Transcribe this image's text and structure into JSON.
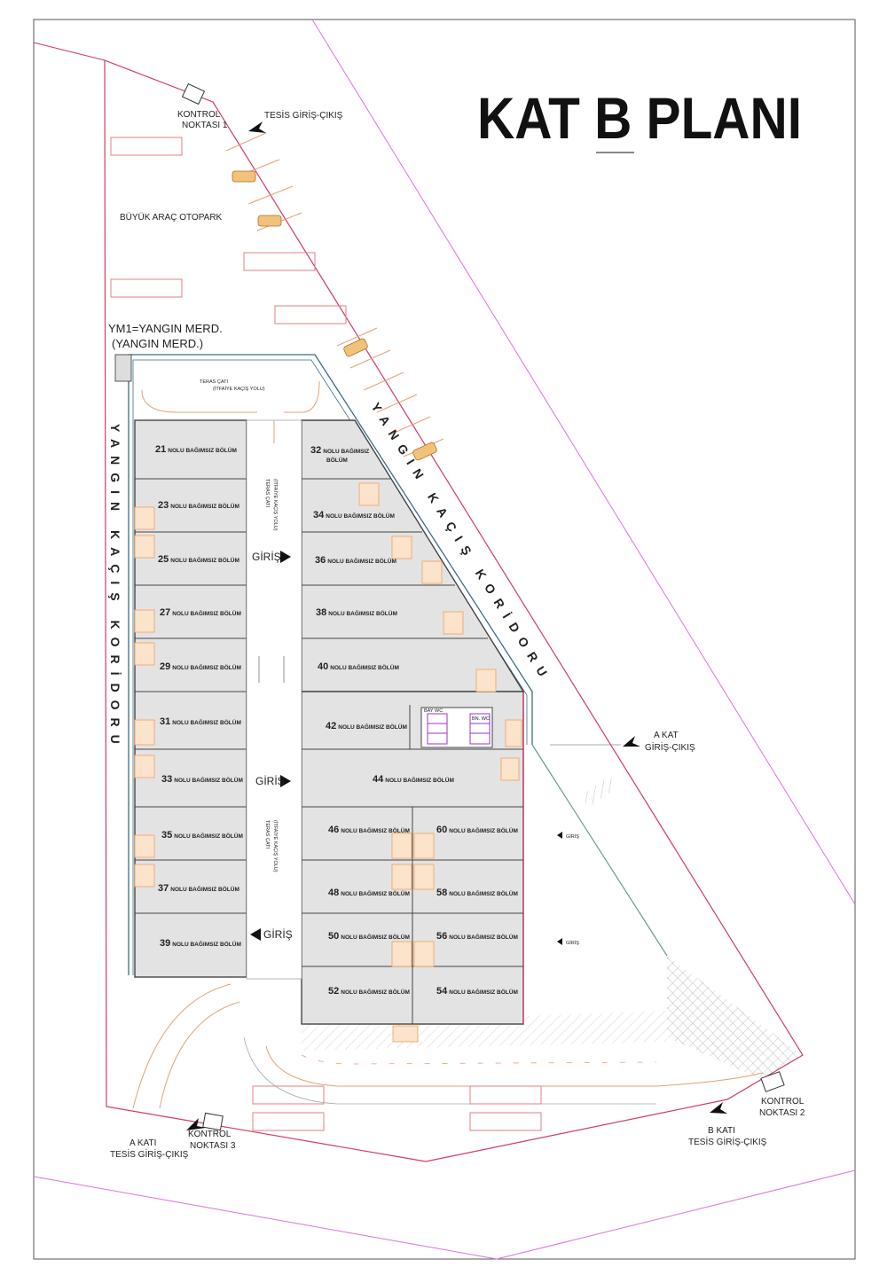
{
  "title": "KAT B PLANI",
  "labels": {
    "kontrol1": [
      "KONTROL",
      "NOKTASI 1"
    ],
    "kontrol2": [
      "KONTROL",
      "NOKTASI 2"
    ],
    "kontrol3": [
      "KONTROL",
      "NOKTASI 3"
    ],
    "tesis_top": "TESİS GİRİŞ-ÇIKIŞ",
    "buyuk_arac": "BÜYÜK ARAÇ OTOPARK",
    "ym1": "YM1=YANGIN MERD.",
    "ym1_sub": "(YANGIN MERD.)",
    "teras_top": [
      "TERAS ÇATI",
      "(İTFAİYE KAÇIŞ YOLU)"
    ],
    "teras_road": [
      "TERAS ÇATI",
      "(İTFAİYE KAÇIŞ YOLU)"
    ],
    "left_corridor": "YANGIN KAÇIŞ KORİDORU",
    "right_corridor": "YANGIN KAÇIŞ KORİDORU",
    "giris": "GİRİŞ",
    "giris_small": "GİRİŞ",
    "a_kat": [
      "A KAT",
      "GİRİŞ-ÇIKIŞ"
    ],
    "a_kati": [
      "A KATI",
      "TESİS GİRİŞ-ÇIKIŞ"
    ],
    "b_kati": [
      "B KATI",
      "TESİS GİRİŞ-ÇIKIŞ"
    ],
    "bay_wc": "BAY WC",
    "bn_wc": "BN. WC"
  },
  "unit_suffix": "NOLU BAĞIMSIZ BÖLÜM",
  "units_left": [
    "21",
    "23",
    "25",
    "27",
    "29",
    "31",
    "33",
    "35",
    "37",
    "39"
  ],
  "units_right_upper": [
    "32",
    "34",
    "36",
    "38",
    "40"
  ],
  "unit_42": "42",
  "unit_44": "44",
  "units_grid_left": [
    "46",
    "48",
    "50",
    "52"
  ],
  "units_grid_right": [
    "60",
    "58",
    "56",
    "54"
  ],
  "colors": {
    "site_boundary": "#d03a6a",
    "pink_line": "#e070e0",
    "unit_fill": "#e3e3e3",
    "wall": "#4a4a4a",
    "corridor": "#3a6e86",
    "stairs": "#f0a060",
    "road": "#e6a070",
    "wc": "#9a35c8"
  },
  "icons": [
    "arrow-icon",
    "car-icon",
    "truck-parking-icon",
    "stairs-icon",
    "control-booth-icon"
  ]
}
